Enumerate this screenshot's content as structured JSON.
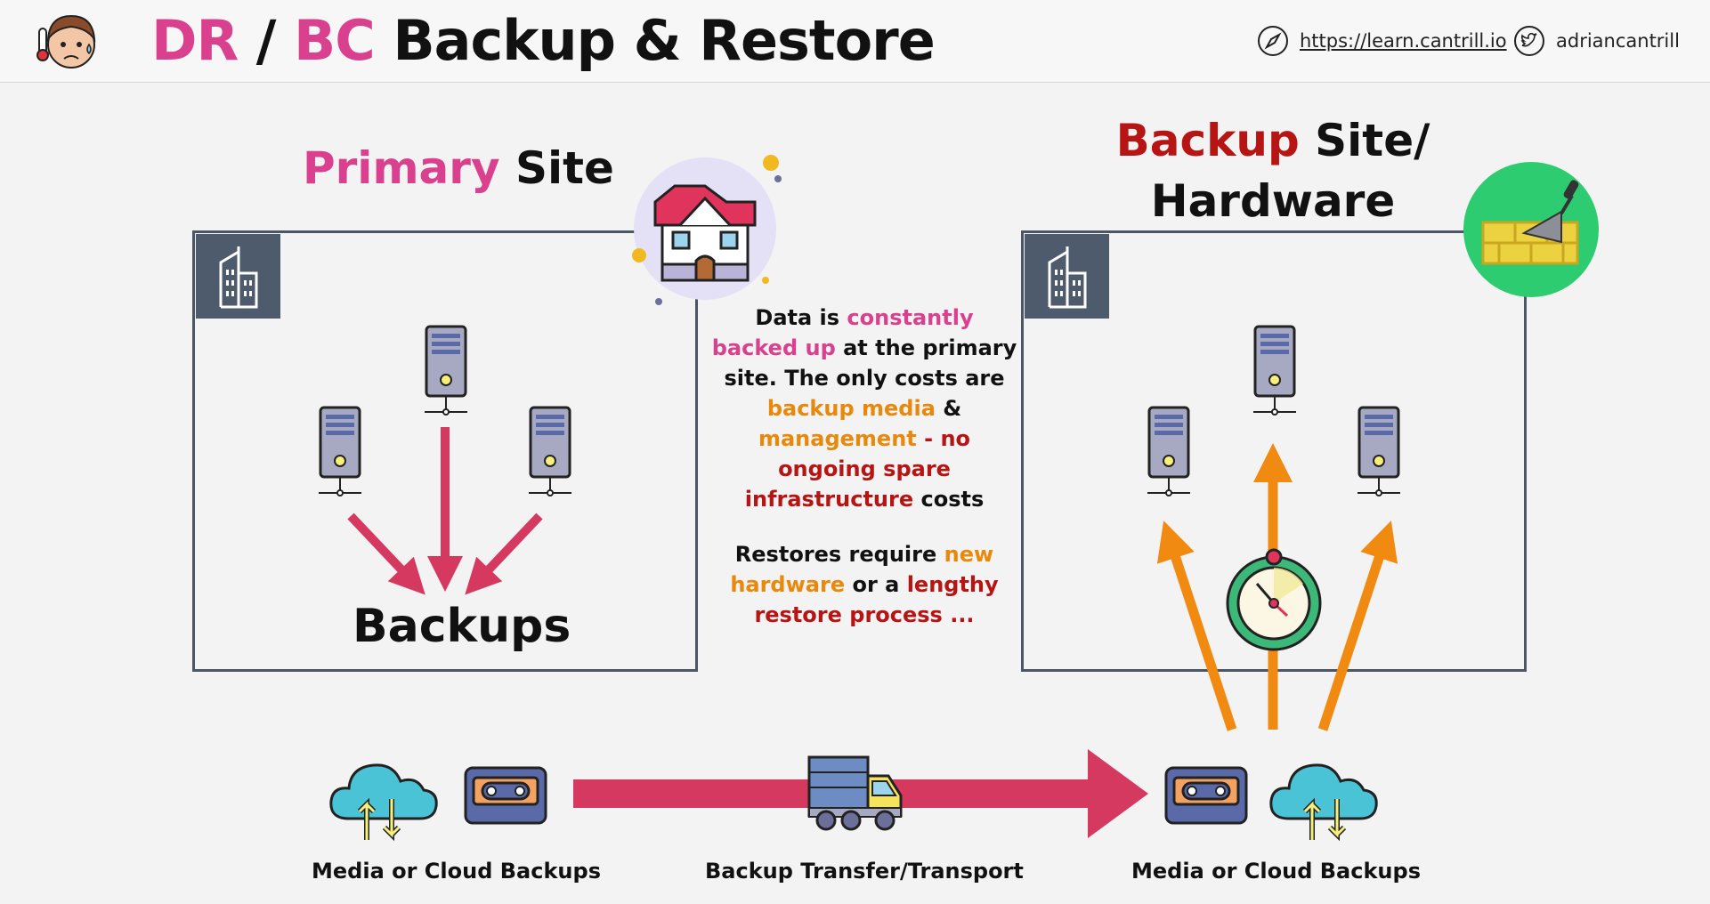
{
  "header": {
    "title_dr": "DR",
    "title_sep": " / ",
    "title_bc": "BC",
    "title_rest": " Backup & Restore",
    "site_url": "https://learn.cantrill.io",
    "twitter_handle": "adriancantrill"
  },
  "primary": {
    "title_highlight": "Primary",
    "title_rest": " Site",
    "backups_label": "Backups"
  },
  "backup_site": {
    "title_highlight": "Backup",
    "title_line1_rest": " Site/",
    "title_line2": "Hardware"
  },
  "middle": {
    "p1": [
      "Data is ",
      "constantly",
      "backed up",
      " at the primary",
      "site. The only costs are",
      "backup media",
      " &",
      "management",
      " - no",
      "ongoing spare",
      "infrastructure",
      " costs"
    ],
    "p2": [
      "Restores require ",
      "new",
      "hardware",
      " or a ",
      "lengthy",
      "restore process ..."
    ]
  },
  "bottom": {
    "left_label": "Media or Cloud Backups",
    "middle_label": "Backup Transfer/Transport",
    "right_label": "Media or Cloud Backups"
  },
  "colors": {
    "pink": "#d9418f",
    "orange": "#e8890c",
    "red": "#b71414",
    "arrow_pink": "#d6395f",
    "arrow_orange": "#f08a10",
    "box_border": "#4b5563",
    "building_bg": "#4e5b6c",
    "green_badge": "#2ecc71",
    "lavender_badge": "#e4e0f5"
  },
  "icons": [
    "avatar-icon",
    "compass-icon",
    "twitter-icon",
    "building-icon",
    "server-icon",
    "house-icon",
    "brick-wall-trowel-icon",
    "stopwatch-icon",
    "cloud-sync-icon",
    "cassette-tape-icon",
    "delivery-truck-icon"
  ]
}
